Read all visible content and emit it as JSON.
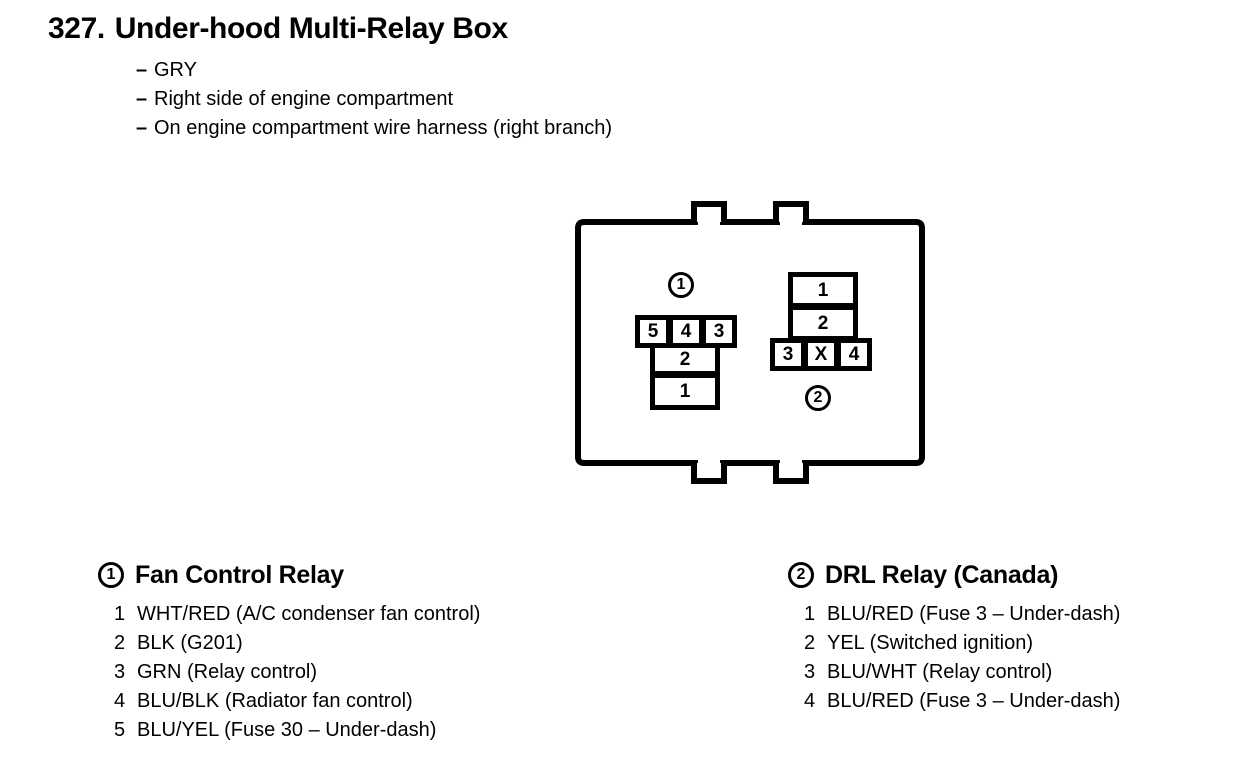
{
  "header": {
    "number": "327.",
    "title": "Under-hood Multi-Relay Box",
    "notes": [
      {
        "dash": "–",
        "text": "GRY"
      },
      {
        "dash": "–",
        "text": "Right side of engine compartment"
      },
      {
        "dash": "–",
        "text": "On engine compartment wire harness (right branch)"
      }
    ]
  },
  "diagram": {
    "callouts": [
      {
        "label": "1"
      },
      {
        "label": "2"
      }
    ],
    "connector1": {
      "top_row": [
        "5",
        "4",
        "3"
      ],
      "stack": [
        "2",
        "1"
      ]
    },
    "connector2": {
      "stack": [
        "1",
        "2"
      ],
      "bottom_row": [
        "3",
        "X",
        "4"
      ]
    }
  },
  "legends": [
    {
      "marker": "1",
      "title": "Fan Control Relay",
      "pins": [
        {
          "pin": "1",
          "text": "WHT/RED (A/C condenser fan control)"
        },
        {
          "pin": "2",
          "text": "BLK (G201)"
        },
        {
          "pin": "3",
          "text": "GRN (Relay control)"
        },
        {
          "pin": "4",
          "text": "BLU/BLK (Radiator fan control)"
        },
        {
          "pin": "5",
          "text": "BLU/YEL (Fuse 30 – Under-dash)"
        }
      ]
    },
    {
      "marker": "2",
      "title": "DRL Relay (Canada)",
      "pins": [
        {
          "pin": "1",
          "text": "BLU/RED (Fuse 3 – Under-dash)"
        },
        {
          "pin": "2",
          "text": "YEL (Switched ignition)"
        },
        {
          "pin": "3",
          "text": "BLU/WHT (Relay control)"
        },
        {
          "pin": "4",
          "text": "BLU/RED (Fuse 3 – Under-dash)"
        }
      ]
    }
  ],
  "colors": {
    "ink": "#000000",
    "paper": "#ffffff"
  }
}
